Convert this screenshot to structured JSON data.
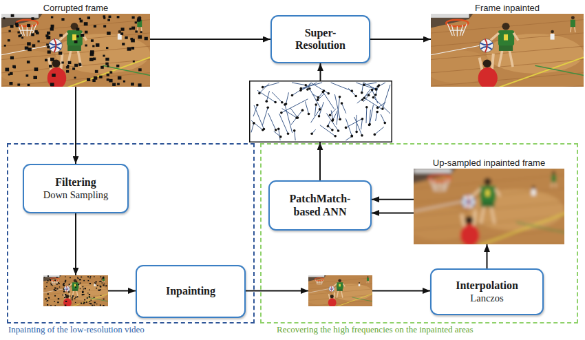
{
  "diagram": {
    "nodes": [
      {
        "text": [
          "Corrupted frame"
        ]
      },
      {
        "text": [
          "Super-Resolution"
        ]
      },
      {
        "text": [
          "Frame inpainted"
        ]
      },
      {
        "text": []
      },
      {
        "text": [
          "Inpainting of the low-resolution video"
        ]
      },
      {
        "text": [
          "Filtering",
          "Down Sampling"
        ],
        "in": 4
      },
      {
        "text": [],
        "in": 4
      },
      {
        "text": [
          "Inpainting"
        ],
        "in": 4
      },
      {
        "text": [
          "Recovering the high frequencies on the inpainted areas"
        ]
      },
      {
        "text": [
          "Up-sampled inpainted frame"
        ],
        "in": 8
      },
      {
        "text": [
          "PatchMatch-based ANN"
        ],
        "in": 8
      },
      {
        "text": [],
        "in": 8
      },
      {
        "text": [
          "Interpolation",
          "Lanczos"
        ],
        "in": 8
      }
    ],
    "edges": [
      {
        "from": 0,
        "to": 1,
        "arrow": "to"
      },
      {
        "from": 1,
        "to": 2,
        "arrow": "to"
      },
      {
        "from": 0,
        "to": 5,
        "arrow": "to"
      },
      {
        "from": 5,
        "to": 6,
        "arrow": "to"
      },
      {
        "from": 6,
        "to": 7,
        "arrow": "to"
      },
      {
        "from": 7,
        "to": 11,
        "arrow": "to"
      },
      {
        "from": 11,
        "to": 12,
        "arrow": "to"
      },
      {
        "from": 12,
        "to": 9,
        "arrow": "to"
      },
      {
        "from": 9,
        "to": 10,
        "arrow": "to"
      },
      {
        "from": 9,
        "to": 10,
        "arrow": "to"
      },
      {
        "from": 10,
        "to": 3,
        "arrow": "to"
      },
      {
        "from": 3,
        "to": 1,
        "arrow": "to"
      }
    ]
  }
}
